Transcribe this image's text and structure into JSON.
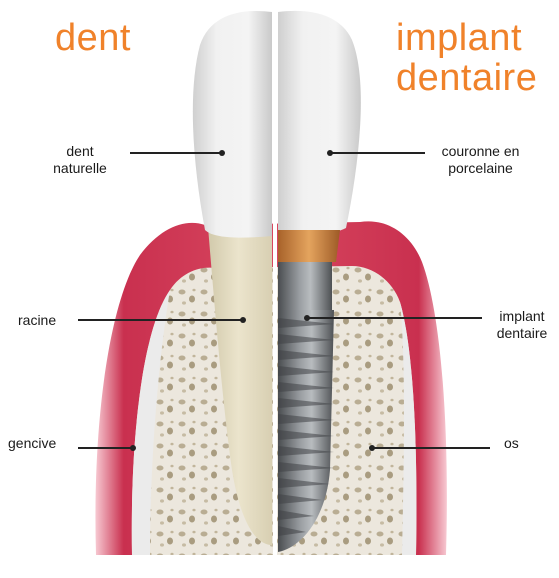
{
  "titles": {
    "left": "dent",
    "right_line1": "implant",
    "right_line2": "dentaire"
  },
  "labels": {
    "natural_tooth_line1": "dent",
    "natural_tooth_line2": "naturelle",
    "root": "racine",
    "gum": "gencive",
    "crown_line1": "couronne en",
    "crown_line2": "porcelaine",
    "implant_line1": "implant",
    "implant_line2": "dentaire",
    "bone": "os"
  },
  "colors": {
    "title": "#f0822a",
    "gum": "#d23a5c",
    "bone": "#e9e4da",
    "tooth": "#ececec",
    "root": "#e2dac0",
    "abutment": "#c8843c",
    "implant": "#6f7377"
  }
}
